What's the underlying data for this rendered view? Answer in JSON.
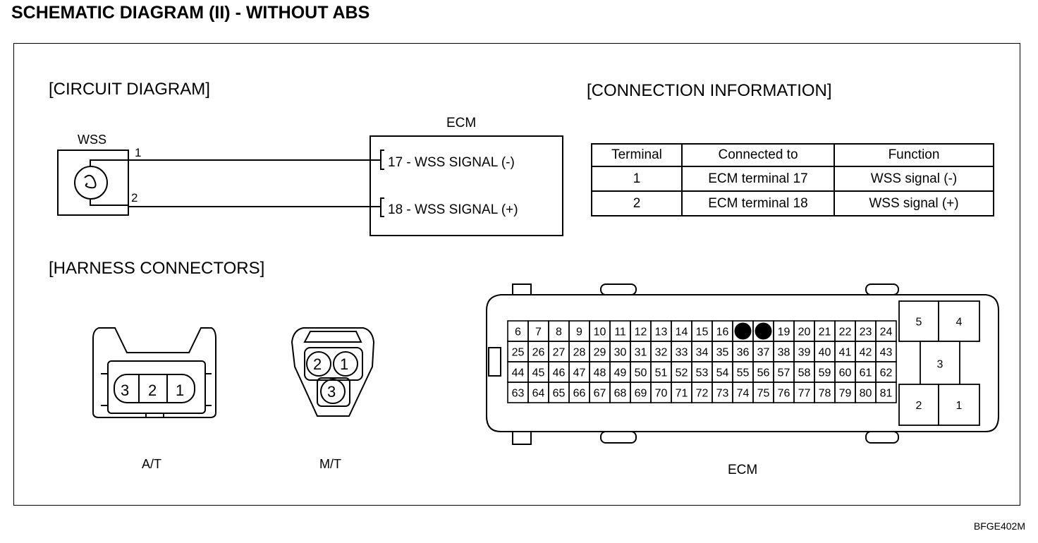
{
  "title": "SCHEMATIC DIAGRAM (II) - WITHOUT ABS",
  "reference_code": "BFGE402M",
  "circuit_diagram": {
    "heading": "[CIRCUIT DIAGRAM]",
    "sensor_label": "WSS",
    "sensor_pin_1": "1",
    "sensor_pin_2": "2",
    "ecm_label": "ECM",
    "ecm_pin_17": "17 - WSS SIGNAL (-)",
    "ecm_pin_18": "18 - WSS SIGNAL (+)"
  },
  "connection_information": {
    "heading": "[CONNECTION INFORMATION]",
    "columns": [
      "Terminal",
      "Connected to",
      "Function"
    ],
    "rows": [
      [
        "1",
        "ECM terminal 17",
        "WSS signal (-)"
      ],
      [
        "2",
        "ECM terminal 18",
        "WSS signal (+)"
      ]
    ]
  },
  "harness_connectors": {
    "heading": "[HARNESS CONNECTORS]",
    "at_label": "A/T",
    "at_pins": [
      "3",
      "2",
      "1"
    ],
    "mt_label": "M/T",
    "mt_pins": [
      "2",
      "1",
      "3"
    ],
    "ecm_label": "ECM",
    "ecm_grid_rows": [
      [
        "6",
        "7",
        "8",
        "9",
        "10",
        "11",
        "12",
        "13",
        "14",
        "15",
        "16",
        "",
        "",
        "19",
        "20",
        "21",
        "22",
        "23",
        "24"
      ],
      [
        "25",
        "26",
        "27",
        "28",
        "29",
        "30",
        "31",
        "32",
        "33",
        "34",
        "35",
        "36",
        "37",
        "38",
        "39",
        "40",
        "41",
        "42",
        "43"
      ],
      [
        "44",
        "45",
        "46",
        "47",
        "48",
        "49",
        "50",
        "51",
        "52",
        "53",
        "54",
        "55",
        "56",
        "57",
        "58",
        "59",
        "60",
        "61",
        "62"
      ],
      [
        "63",
        "64",
        "65",
        "66",
        "67",
        "68",
        "69",
        "70",
        "71",
        "72",
        "73",
        "74",
        "75",
        "76",
        "77",
        "78",
        "79",
        "80",
        "81"
      ]
    ],
    "ecm_large_pins": [
      "5",
      "4",
      "3",
      "2",
      "1"
    ]
  }
}
